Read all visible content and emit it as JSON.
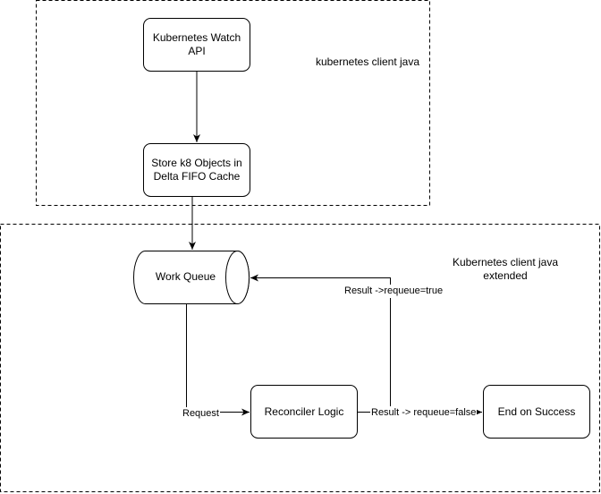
{
  "containers": {
    "client_java": {
      "label": "kubernetes client java"
    },
    "client_java_extended": {
      "label": "Kubernetes client java extended"
    }
  },
  "nodes": {
    "watch_api": {
      "label": "Kubernetes Watch API"
    },
    "fifo_cache": {
      "label": "Store k8 Objects in Delta FIFO Cache"
    },
    "work_queue": {
      "label": "Work Queue"
    },
    "reconciler": {
      "label": "Reconciler Logic"
    },
    "end_success": {
      "label": "End on Success"
    }
  },
  "edges": {
    "request": {
      "label": "Request"
    },
    "requeue_true": {
      "label": "Result ->requeue=true"
    },
    "requeue_false": {
      "label": "Result -> requeue=false"
    }
  }
}
